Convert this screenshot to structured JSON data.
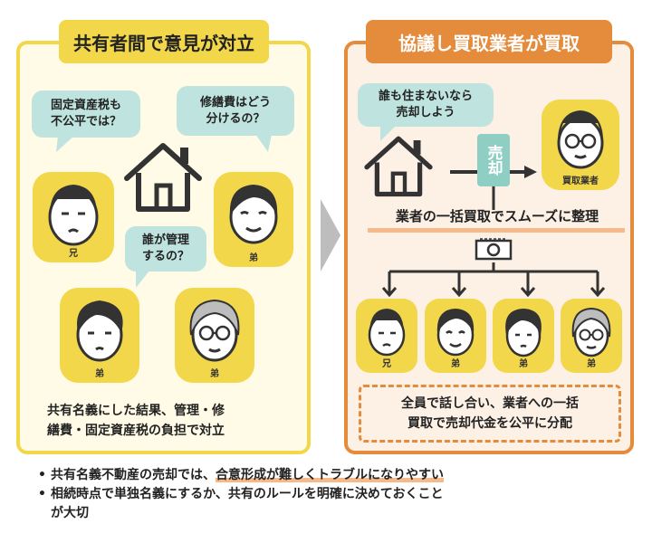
{
  "left_panel": {
    "title": "共有者間で意見が対立",
    "bubble1": "固定資産税も\n不公平では？",
    "bubble2": "修繕費はどう\n分けるの？",
    "bubble3": "誰が管理\nするの？",
    "faces": [
      {
        "label": "兄",
        "icon": "older-brother-face"
      },
      {
        "label": "弟",
        "icon": "younger-brother-face"
      },
      {
        "label": "弟",
        "icon": "younger-brother-face"
      },
      {
        "label": "弟",
        "icon": "grey-haired-brother-face"
      }
    ],
    "caption": "共有名義にした結果、管理・修\n繕費・固定資産税の負担で対立"
  },
  "right_panel": {
    "title": "協議し買取業者が買取",
    "bubble": "誰も住まないなら\n売却しよう",
    "sale_tag": "売却",
    "buyer_label": "買取業者",
    "process_label": "業者の一括買取でスムーズに整理",
    "faces": [
      {
        "label": "兄"
      },
      {
        "label": "弟"
      },
      {
        "label": "弟"
      },
      {
        "label": "弟"
      }
    ],
    "result": "全員で話し合い、業者への一括\n買取で売却代金を公平に分配"
  },
  "bullets": [
    {
      "before": "共有名義不動産の売却では、",
      "highlight": "合意形成が難しくトラブルになりやすい"
    },
    {
      "before": "相続時点で単独名義にするか、共有のルールを明確に決めておくこと\nが大切",
      "highlight": ""
    }
  ],
  "colors": {
    "yellow": "#f3d74a",
    "orange": "#e58b3c",
    "teal": "#bfe4df",
    "sale_teal": "#8fcfc3",
    "underline": "#f6b98a"
  }
}
